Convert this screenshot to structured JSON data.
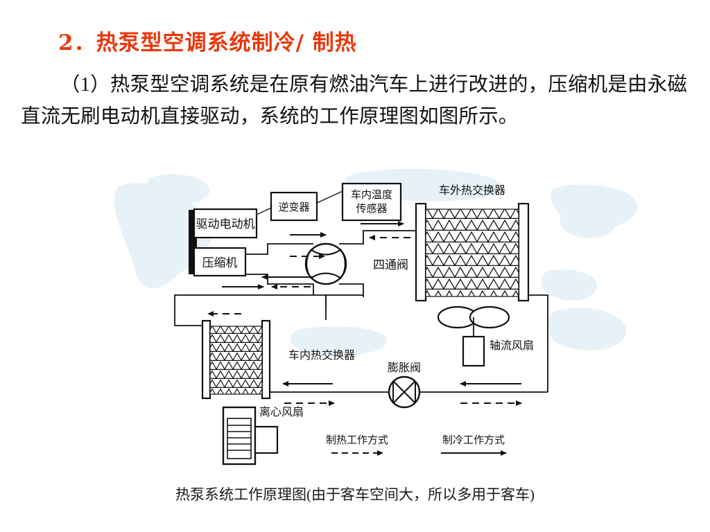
{
  "slide": {
    "title": "2．热泵型空调系统制冷/ 制热",
    "title_color": "#E8380D",
    "body_paragraph": "（1）热泵型空调系统是在原有燃油汽车上进行改进的，压缩机是由永磁直流无刷电动机直接驱动，系统的工作原理图如图所示。",
    "caption": "热泵系统工作原理图(由于客车空间大，所以多用于客车)"
  },
  "diagram": {
    "labels": {
      "drive_motor": "驱动电动机",
      "compressor": "压缩机",
      "inverter": "逆变器",
      "cabin_temp_sensor_line1": "车内温度",
      "cabin_temp_sensor_line2": "传感器",
      "four_way_valve": "四通阀",
      "outdoor_heat_exchanger": "车外热交换器",
      "indoor_heat_exchanger": "车内热交换器",
      "axial_fan": "轴流风扇",
      "centrifugal_fan": "离心风扇",
      "expansion_valve": "膨胀阀"
    },
    "legend": [
      {
        "label": "制热工作方式",
        "style": "dashed"
      },
      {
        "label": "制冷工作方式",
        "style": "solid"
      }
    ],
    "line_color": "#111111",
    "watermark_color": "#cfe2f0"
  }
}
